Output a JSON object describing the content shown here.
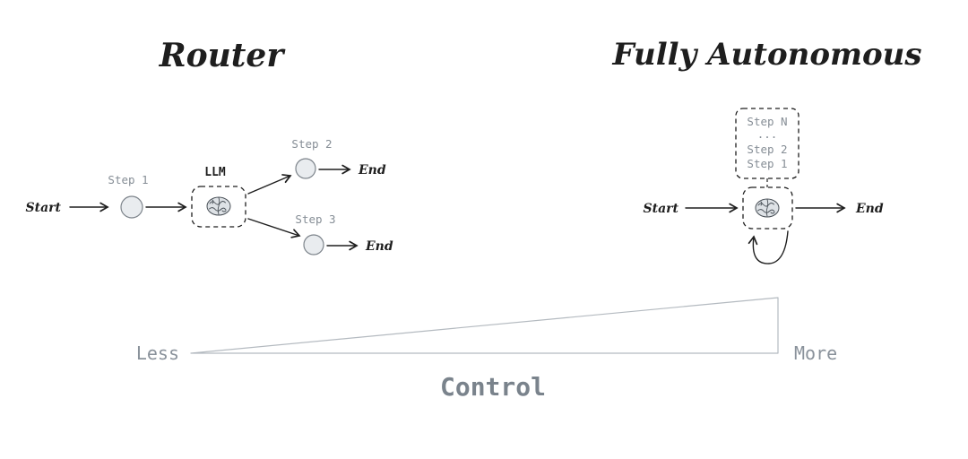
{
  "diagrams": {
    "router": {
      "title": "Router",
      "start_label": "Start",
      "step1_label": "Step 1",
      "llm_label": "LLM",
      "step2_label": "Step 2",
      "step3_label": "Step 3",
      "end_top_label": "End",
      "end_bottom_label": "End"
    },
    "autonomous": {
      "title": "Fully Autonomous",
      "stack": [
        "Step N",
        "...",
        "Step 2",
        "Step 1"
      ],
      "start_label": "Start",
      "end_label": "End"
    },
    "control_scale": {
      "less_label": "Less",
      "more_label": "More",
      "title": "Control"
    }
  },
  "colors": {
    "ink": "#1e1e1e",
    "muted_text": "#868e96",
    "node_fill": "#e9ecef",
    "scale_line": "#b4bac0",
    "background": "#ffffff"
  }
}
